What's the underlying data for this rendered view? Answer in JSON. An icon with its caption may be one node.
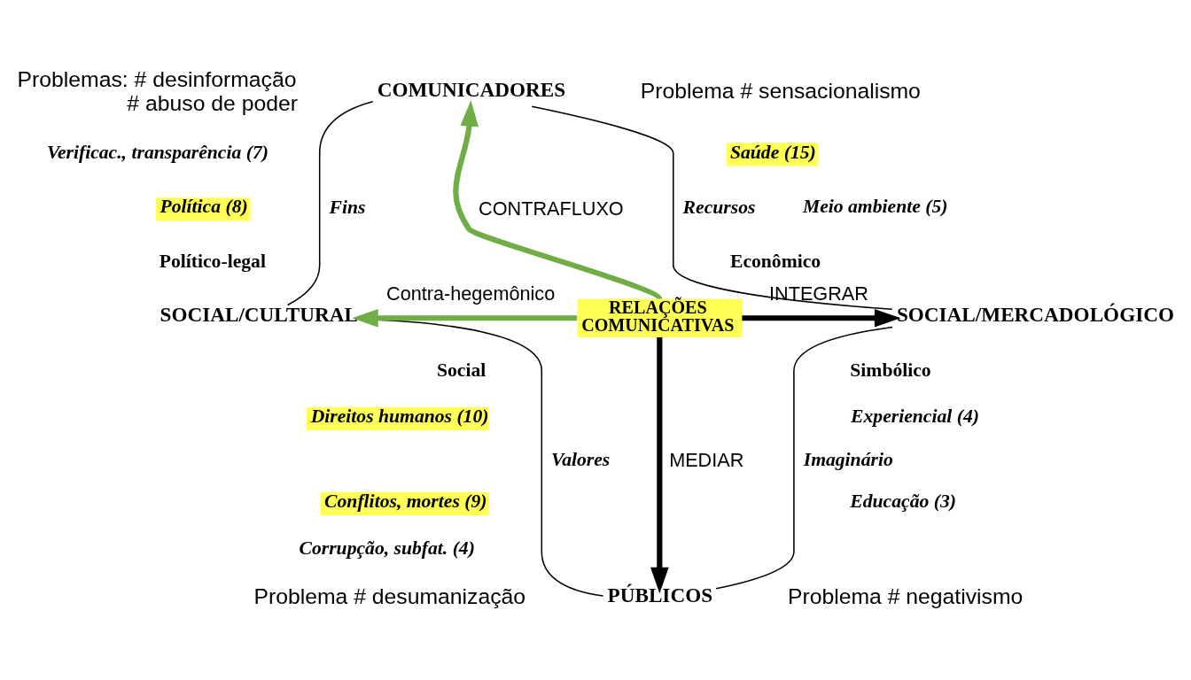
{
  "diagram": {
    "nodes": [
      {
        "text": [
          "COMUNICADORES"
        ]
      },
      {
        "text": [
          "Saúde (15)"
        ]
      },
      {
        "text": [
          "Política (8)"
        ]
      },
      {
        "text": [
          "SOCIAL/CULTURAL"
        ]
      },
      {
        "text": [
          "RELAÇÕES COMUNICATIVAS"
        ]
      },
      {
        "text": [
          "SOCIAL/MERCADOLÓGICO"
        ]
      },
      {
        "text": [
          "Direitos humanos (10)"
        ]
      },
      {
        "text": [
          "Conflitos, mortes (9)"
        ]
      },
      {
        "text": [
          "PÚBLICOS"
        ]
      }
    ],
    "edges": [
      {
        "from": 0,
        "to": 3,
        "arrow": "none",
        "label": "Fins"
      },
      {
        "from": 0,
        "to": 5,
        "arrow": "none",
        "label": "Recursos"
      },
      {
        "from": 3,
        "to": 8,
        "arrow": "none",
        "label": "Valores"
      },
      {
        "from": 5,
        "to": 8,
        "arrow": "none",
        "label": "Imaginário"
      },
      {
        "from": 4,
        "to": 0,
        "arrow": "to",
        "label": "CONTRAFLUXO",
        "style": "thick",
        "color": "#70ad47"
      },
      {
        "from": 4,
        "to": 3,
        "arrow": "to",
        "label": "Contra-hegemônico",
        "style": "thick",
        "color": "#70ad47"
      },
      {
        "from": 4,
        "to": 5,
        "arrow": "to",
        "label": "INTEGRAR",
        "style": "thick"
      },
      {
        "from": 4,
        "to": 8,
        "arrow": "to",
        "label": "MEDIAR",
        "style": "thick"
      }
    ],
    "labels": [
      "Problemas: # desinformação # abuso de poder",
      "Problema # sensacionalismo",
      "Verificac., transparência (7)",
      "Meio ambiente (5)",
      "Político-legal",
      "Econômico",
      "Social",
      "Simbólico",
      "Experiencial (4)",
      "Educação (3)",
      "Corrupção, subfat. (4)",
      "Problema # desumanização",
      "Problema # negativismo"
    ]
  }
}
